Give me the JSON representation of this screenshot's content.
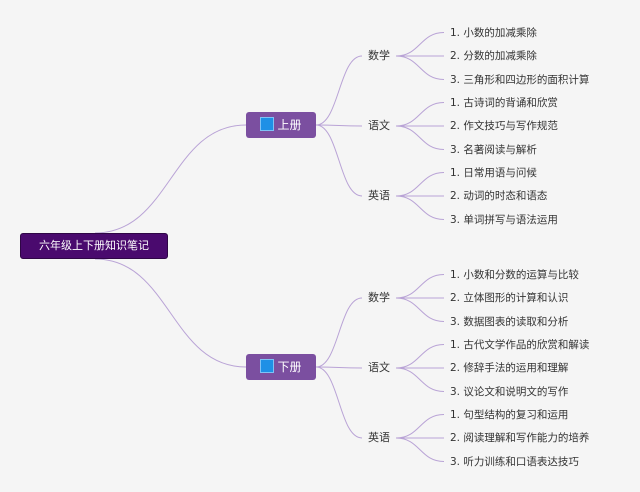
{
  "root": "六年级上下册知识笔记",
  "volumes": [
    {
      "label": "上册",
      "icon": "blue-square-icon",
      "subjects": [
        {
          "label": "数学",
          "items": [
            "1. 小数的加减乘除",
            "2. 分数的加减乘除",
            "3. 三角形和四边形的面积计算"
          ]
        },
        {
          "label": "语文",
          "items": [
            "1. 古诗词的背诵和欣赏",
            "2. 作文技巧与写作规范",
            "3. 名著阅读与解析"
          ]
        },
        {
          "label": "英语",
          "items": [
            "1. 日常用语与问候",
            "2. 动词的时态和语态",
            "3. 单词拼写与语法运用"
          ]
        }
      ]
    },
    {
      "label": "下册",
      "icon": "blue-square-icon",
      "subjects": [
        {
          "label": "数学",
          "items": [
            "1. 小数和分数的运算与比较",
            "2. 立体图形的计算和认识",
            "3. 数据图表的读取和分析"
          ]
        },
        {
          "label": "语文",
          "items": [
            "1. 古代文学作品的欣赏和解读",
            "2. 修辞手法的运用和理解",
            "3. 议论文和说明文的写作"
          ]
        },
        {
          "label": "英语",
          "items": [
            "1. 句型结构的复习和运用",
            "2. 阅读理解和写作能力的培养",
            "3. 听力训练和口语表达技巧"
          ]
        }
      ]
    }
  ],
  "colors": {
    "root_bg": "#4a0a6e",
    "volume_bg": "#7b4fa0",
    "connector": "#b9a3d6",
    "icon": "#1e90e6",
    "background": "#f5f5f5"
  }
}
